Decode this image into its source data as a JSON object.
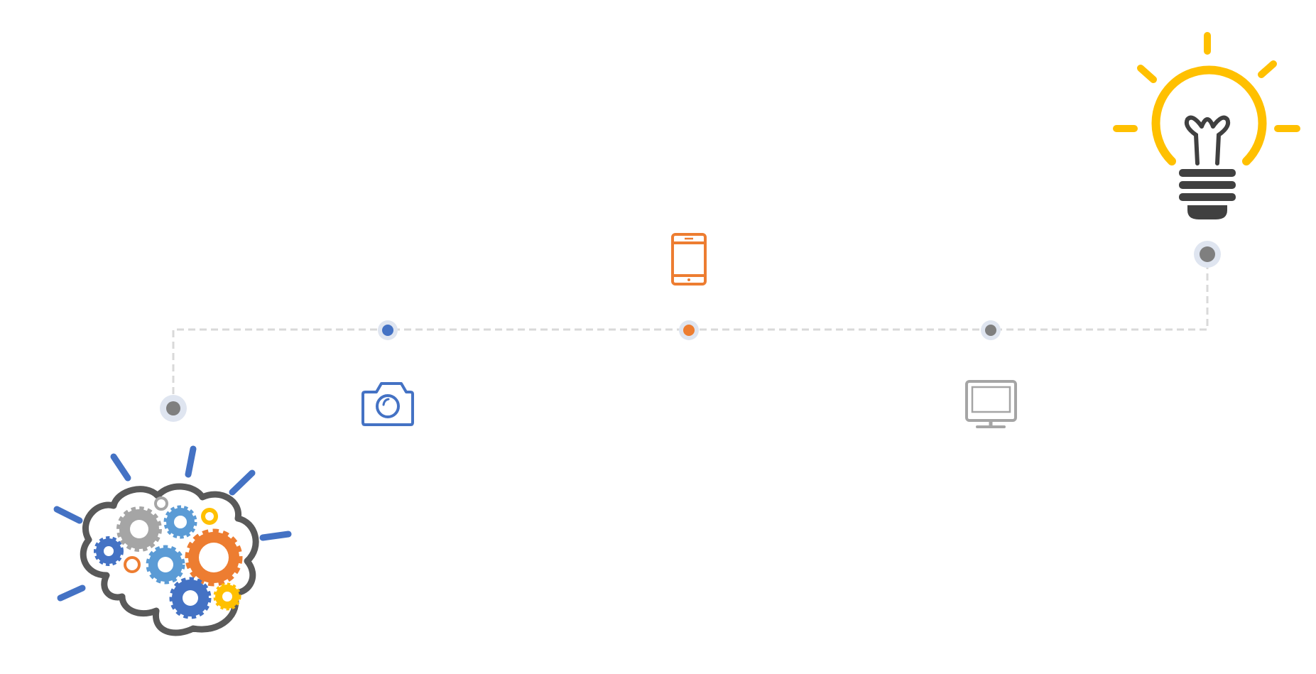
{
  "colors": {
    "background": "#ffffff",
    "connector": "#d9d9d9",
    "node_halo": "#dfe5f0",
    "blue": "#4472c4",
    "light_blue": "#5b9bd5",
    "orange": "#ed7d31",
    "gray": "#7f7f7f",
    "light_gray": "#a5a5a5",
    "yellow": "#ffc000",
    "dark": "#404040",
    "outline": "#595959"
  },
  "nodes": [
    {
      "id": "start",
      "color": "gray"
    },
    {
      "id": "camera-stop",
      "color": "blue"
    },
    {
      "id": "tablet-stop",
      "color": "orange"
    },
    {
      "id": "monitor-stop",
      "color": "gray"
    },
    {
      "id": "end",
      "color": "gray"
    }
  ],
  "icons": [
    {
      "name": "brain-gears-icon",
      "color": "outline"
    },
    {
      "name": "camera-icon",
      "color": "blue"
    },
    {
      "name": "tablet-icon",
      "color": "orange"
    },
    {
      "name": "monitor-icon",
      "color": "light_gray"
    },
    {
      "name": "lightbulb-icon",
      "color": "yellow"
    }
  ]
}
